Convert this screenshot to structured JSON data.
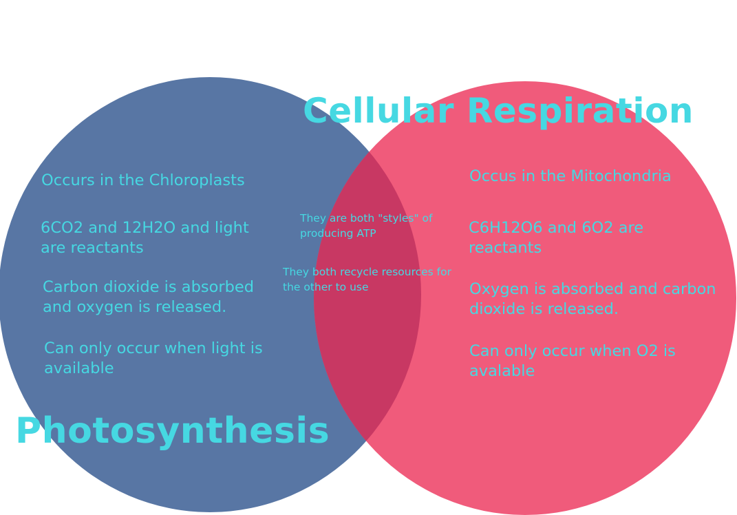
{
  "colors": {
    "left_circle": "#5876a4",
    "right_circle": "#f05b7b",
    "overlap": "#c83863",
    "text": "#46d8e2"
  },
  "left": {
    "title": "Photosynthesis",
    "facts": [
      "Occurs in the Chloroplasts",
      "6CO2 and 12H2O and light are reactants",
      "Carbon dioxide is absorbed and oxygen is released.",
      "Can only occur when light is available"
    ]
  },
  "right": {
    "title": "Cellular Respiration",
    "facts": [
      "Occus in the Mitochondria",
      "C6H12O6 and 6O2 are reactants",
      "Oxygen is absorbed and carbon dioxide is released.",
      "Can only occur when O2 is avalable"
    ]
  },
  "shared": {
    "facts": [
      "They are both \"styles\" of producing ATP",
      "They both recycle resources for the other to use"
    ]
  }
}
